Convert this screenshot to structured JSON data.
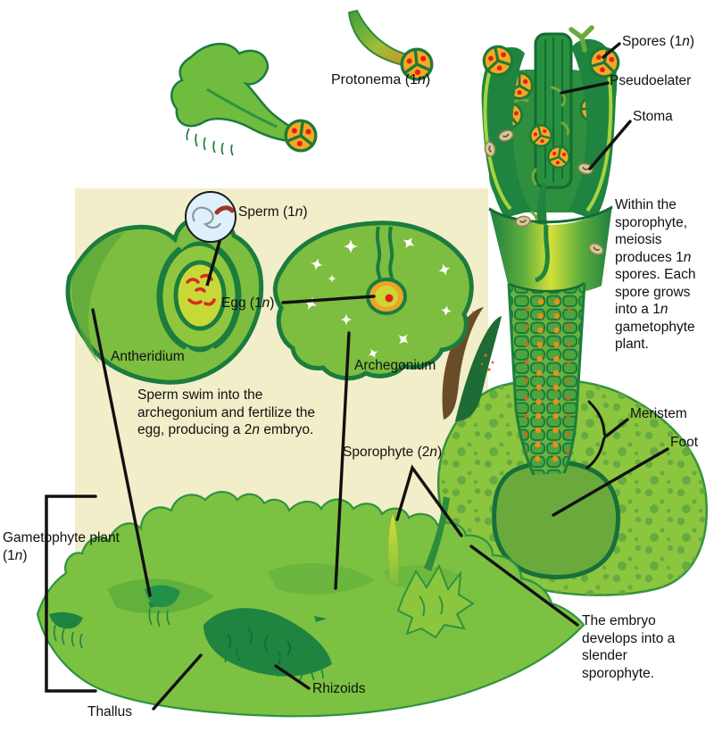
{
  "figure": {
    "subject": "Hornwort life cycle diagram"
  },
  "labels": {
    "protonema": "Protonema (1n)",
    "spores": "Spores (1n)",
    "pseudoelater": "Pseudoelater",
    "stoma": "Stoma",
    "sperm": "Sperm (1n)",
    "egg": "Egg (1n)",
    "antheridium": "Antheridium",
    "archegonium": "Archegonium",
    "sporophyte": "Sporophyte (2n)",
    "meristem": "Meristem",
    "foot": "Foot",
    "gametophyte_plant": "Gametophyte plant (1n)",
    "thallus": "Thallus",
    "rhizoids": "Rhizoids"
  },
  "notes": {
    "meiosis": "Within the sporophyte, meiosis produces 1n spores. Each spore grows into a 1n gametophyte plant.",
    "fertilization": "Sperm swim into the archegonium and fertilize the egg, producing a 2n embryo.",
    "embryo": "The embryo develops into a slender sporophyte."
  },
  "colors": {
    "panel_beige": "#f2eec9",
    "thallus_green": "#7dc142",
    "light_green": "#8cc63e",
    "dark_green": "#1e8440",
    "deep_outline": "#156b33",
    "capsule_bright": "#d3e03a",
    "spore_orange": "#f7a722",
    "spore_dot_red": "#e0201c",
    "egg_ring_orange": "#f0a32a",
    "egg_yellow": "#ccd832",
    "sperm_inset_blue": "#def0fb",
    "old_blade_brown": "#6b4c28",
    "spore_dust_orange": "#e2601f",
    "stoma_beige": "#d8c89e",
    "leader_black": "#111111"
  }
}
